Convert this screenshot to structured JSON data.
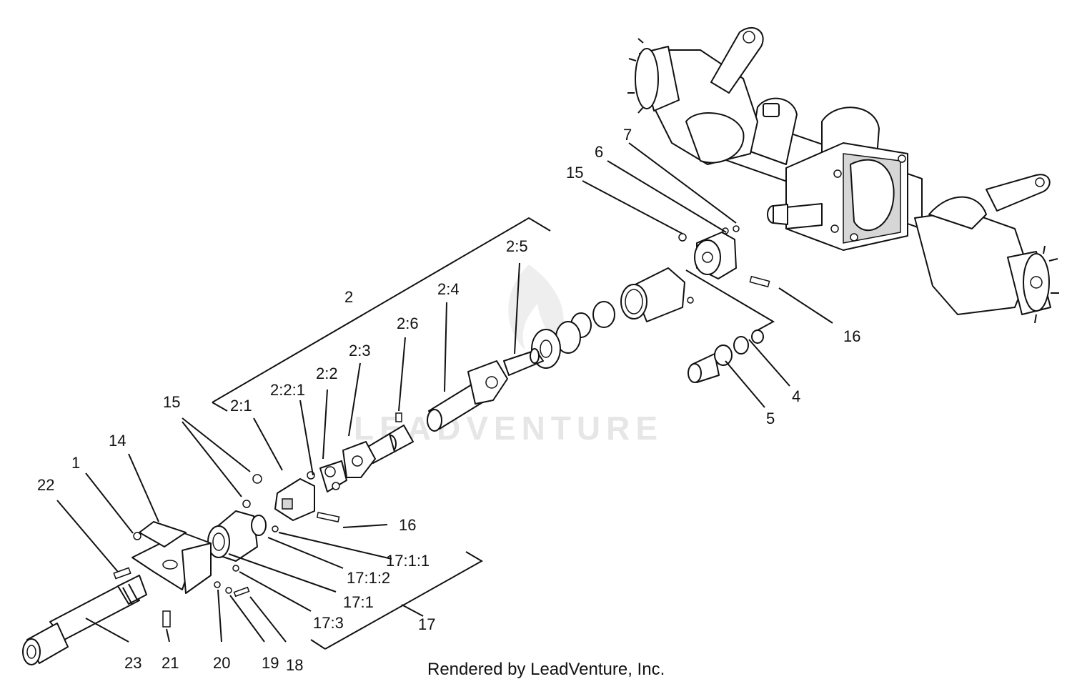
{
  "diagram": {
    "watermark": "LEADVENTURE",
    "footer": "Rendered by LeadVenture, Inc.",
    "callouts": [
      "1",
      "2",
      "2:1",
      "2:2",
      "2:2:1",
      "2:3",
      "2:4",
      "2:5",
      "2:6",
      "4",
      "5",
      "6",
      "7",
      "14",
      "15",
      "15",
      "16",
      "16",
      "17",
      "17:1",
      "17:1:1",
      "17:1:2",
      "17:3",
      "18",
      "19",
      "20",
      "21",
      "22",
      "23"
    ]
  }
}
